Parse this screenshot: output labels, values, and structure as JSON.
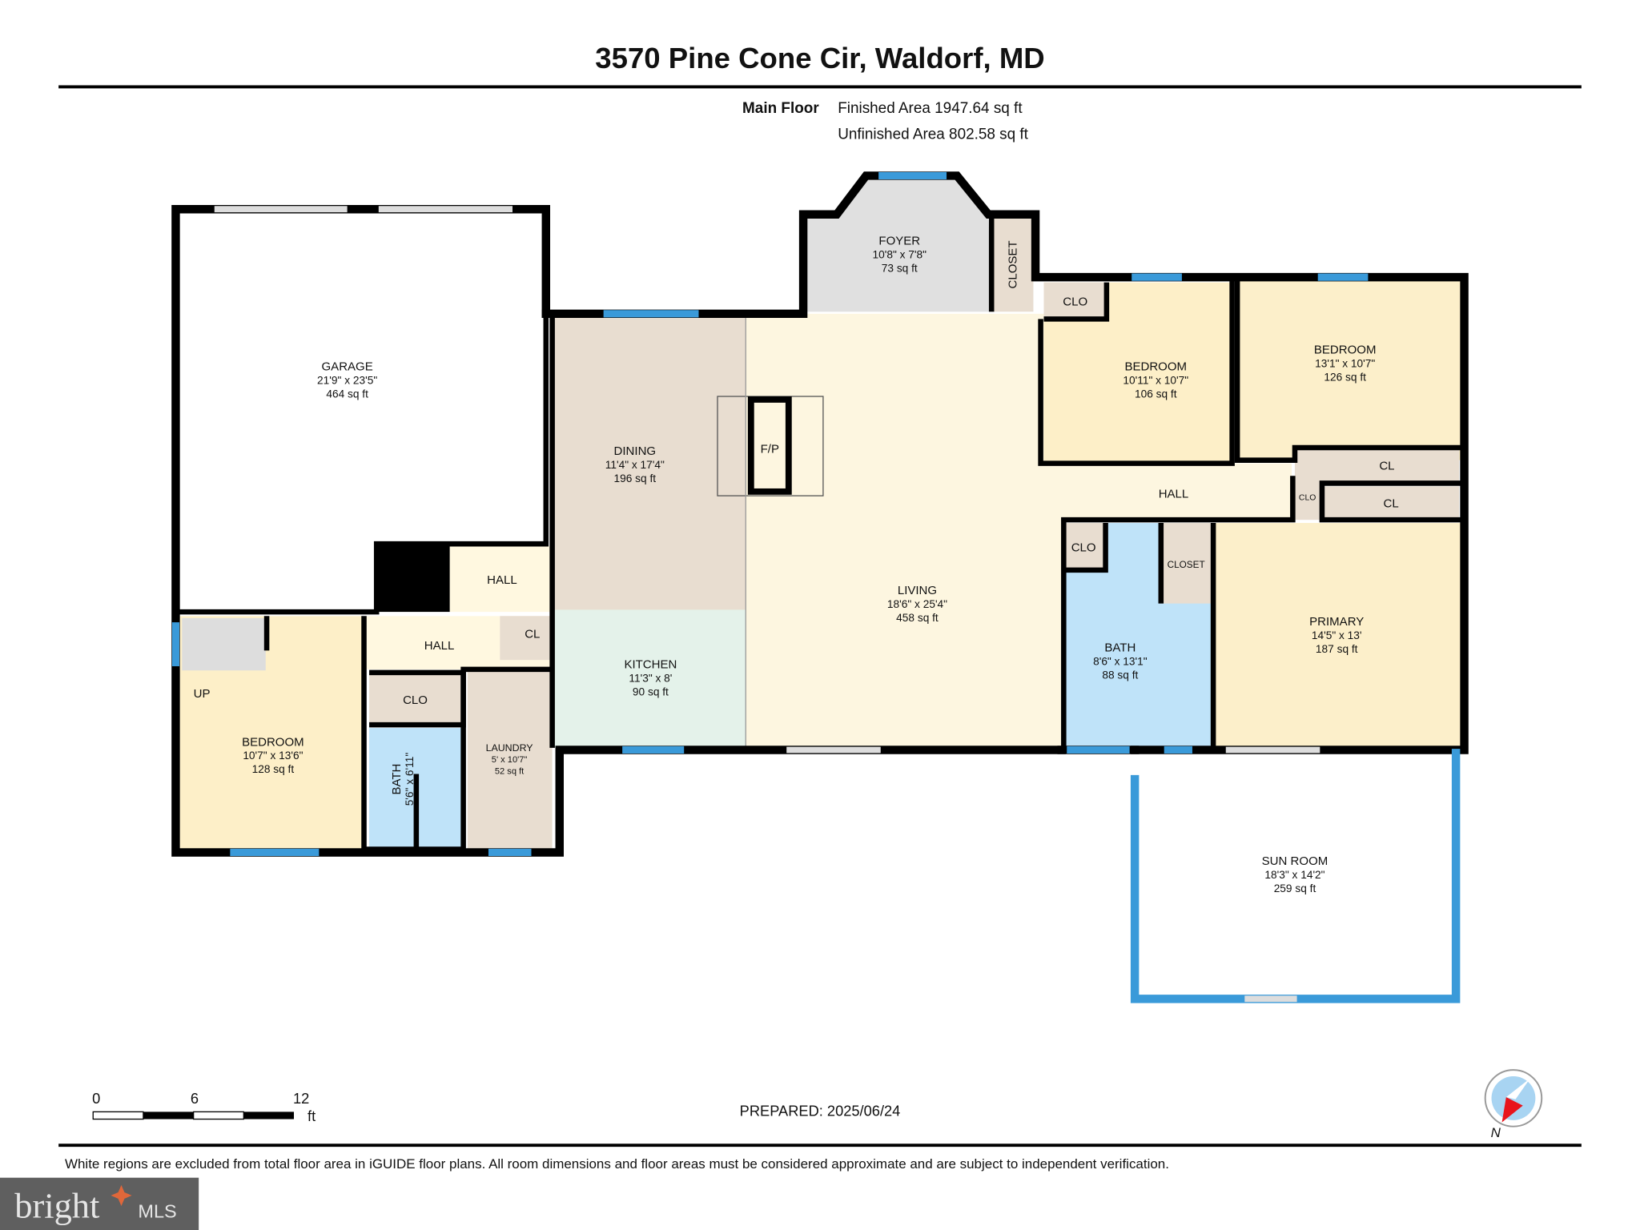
{
  "header": {
    "title": "3570 Pine Cone Cir, Waldorf, MD",
    "floor_label": "Main Floor",
    "finished_area": "Finished Area 1947.64 sq ft",
    "unfinished_area": "Unfinished Area 802.58 sq ft"
  },
  "rooms": [
    {
      "name": "GARAGE",
      "dims": "21'9\" x 23'5\"",
      "area": "464 sq ft"
    },
    {
      "name": "DINING",
      "dims": "11'4\" x 17'4\"",
      "area": "196 sq ft"
    },
    {
      "name": "KITCHEN",
      "dims": "11'3\" x 8'",
      "area": "90 sq ft"
    },
    {
      "name": "LIVING",
      "dims": "18'6\" x 25'4\"",
      "area": "458 sq ft"
    },
    {
      "name": "FOYER",
      "dims": "10'8\" x 7'8\"",
      "area": "73 sq ft"
    },
    {
      "name": "BEDROOM",
      "dims": "10'11\" x 10'7\"",
      "area": "106 sq ft"
    },
    {
      "name": "BEDROOM",
      "dims": "13'1\" x 10'7\"",
      "area": "126 sq ft"
    },
    {
      "name": "BATH",
      "dims": "8'6\" x 13'1\"",
      "area": "88 sq ft"
    },
    {
      "name": "PRIMARY",
      "dims": "14'5\" x 13'",
      "area": "187 sq ft"
    },
    {
      "name": "SUN ROOM",
      "dims": "18'3\" x 14'2\"",
      "area": "259 sq ft"
    },
    {
      "name": "BEDROOM",
      "dims": "10'7\" x 13'6\"",
      "area": "128 sq ft"
    },
    {
      "name": "BATH",
      "dims": "5'6\" x 6'11\""
    },
    {
      "name": "LAUNDRY",
      "dims": "5' x 10'7\"",
      "area": "52 sq ft"
    }
  ],
  "labels": {
    "hall": "HALL",
    "clo": "CLO",
    "cl": "CL",
    "closet": "CLOSET",
    "fireplace": "F/P",
    "stairs_up": "UP"
  },
  "scale_bar": {
    "ticks": [
      "0",
      "6",
      "12"
    ],
    "unit": "ft"
  },
  "prepared": "PREPARED: 2025/06/24",
  "compass": {
    "label": "N",
    "icon": "compass-icon",
    "needle_color": "#e8141c",
    "dial_color": "#a8d4f2"
  },
  "disclaimer": "White regions are excluded from total floor area in iGUIDE floor plans. All room dimensions and floor areas must be considered approximate and are subject to independent verification.",
  "watermark": {
    "text": "bright MLS",
    "bg_color": "#5f5f5f"
  },
  "colors": {
    "window": "#3a9ad9",
    "bedroom": "#fcefca",
    "bath": "#bfe3f9",
    "dining": "#e8ddd0",
    "kitchen": "#e4f2ea",
    "living": "#fdf6e0",
    "foyer": "#e0e0e0"
  }
}
